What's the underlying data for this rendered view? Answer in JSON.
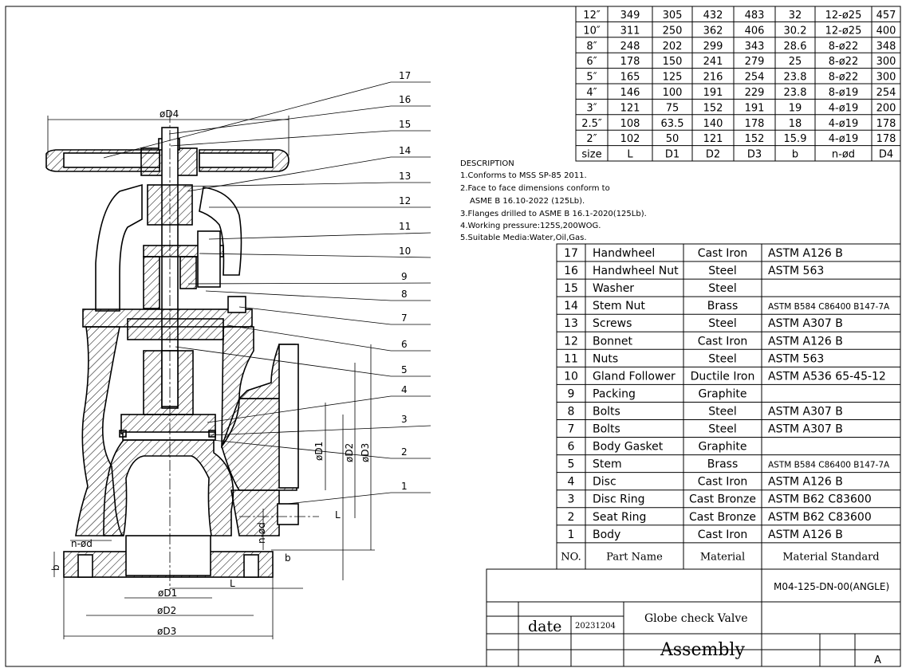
{
  "size_table": {
    "headers": [
      "size",
      "L",
      "D1",
      "D2",
      "D3",
      "b",
      "n-ød",
      "D4"
    ],
    "rows": [
      [
        "12″",
        "349",
        "305",
        "432",
        "483",
        "32",
        "12-ø25",
        "457"
      ],
      [
        "10″",
        "311",
        "250",
        "362",
        "406",
        "30.2",
        "12-ø25",
        "400"
      ],
      [
        "8″",
        "248",
        "202",
        "299",
        "343",
        "28.6",
        "8-ø22",
        "348"
      ],
      [
        "6″",
        "178",
        "150",
        "241",
        "279",
        "25",
        "8-ø22",
        "300"
      ],
      [
        "5″",
        "165",
        "125",
        "216",
        "254",
        "23.8",
        "8-ø22",
        "300"
      ],
      [
        "4″",
        "146",
        "100",
        "191",
        "229",
        "23.8",
        "8-ø19",
        "254"
      ],
      [
        "3″",
        "121",
        "75",
        "152",
        "191",
        "19",
        "4-ø19",
        "200"
      ],
      [
        "2.5″",
        "108",
        "63.5",
        "140",
        "178",
        "18",
        "4-ø19",
        "178"
      ],
      [
        "2″",
        "102",
        "50",
        "121",
        "152",
        "15.9",
        "4-ø19",
        "178"
      ]
    ]
  },
  "description": {
    "title": "DESCRIPTION",
    "lines": [
      "1.Conforms to MSS SP-85 2011.",
      "2.Face to face dimensions conform to",
      "ASME B 16.10-2022 (125Lb).",
      "3.Flanges drilled to ASME B 16.1-2020(125Lb).",
      "4.Working pressure:125S,200WOG.",
      "5.Suitable Media:Water,Oil,Gas."
    ]
  },
  "parts": {
    "rows": [
      [
        "17",
        "Handwheel",
        "Cast Iron",
        "ASTM A126 B"
      ],
      [
        "16",
        "Handwheel Nut",
        "Steel",
        "ASTM 563"
      ],
      [
        "15",
        "Washer",
        "Steel",
        ""
      ],
      [
        "14",
        "Stem Nut",
        "Brass",
        "ASTM B584 C86400 B147-7A"
      ],
      [
        "13",
        "Screws",
        "Steel",
        "ASTM A307 B"
      ],
      [
        "12",
        "Bonnet",
        "Cast Iron",
        "ASTM A126 B"
      ],
      [
        "11",
        "Nuts",
        "Steel",
        "ASTM 563"
      ],
      [
        "10",
        "Gland Follower",
        "Ductile Iron",
        "ASTM A536 65-45-12"
      ],
      [
        "9",
        "Packing",
        "Graphite",
        ""
      ],
      [
        "8",
        "Bolts",
        "Steel",
        "ASTM A307 B"
      ],
      [
        "7",
        "Bolts",
        "Steel",
        "ASTM A307 B"
      ],
      [
        "6",
        "Body Gasket",
        "Graphite",
        ""
      ],
      [
        "5",
        "Stem",
        "Brass",
        "ASTM B584 C86400 B147-7A"
      ],
      [
        "4",
        "Disc",
        "Cast Iron",
        "ASTM A126 B"
      ],
      [
        "3",
        "Disc Ring",
        "Cast Bronze",
        "ASTM B62 C83600"
      ],
      [
        "2",
        "Seat Ring",
        "Cast Bronze",
        "ASTM B62 C83600"
      ],
      [
        "1",
        "Body",
        "Cast Iron",
        "ASTM A126 B"
      ]
    ],
    "header": [
      "NO.",
      "Part Name",
      "Material",
      "Material Standard"
    ]
  },
  "title_block": {
    "drawing_no": "M04-125-DN-00(ANGLE)",
    "date_label": "date",
    "date_value": "20231204",
    "product": "Globe check Valve",
    "assembly": "Assembly",
    "revision": "A"
  },
  "callouts": [
    "17",
    "16",
    "15",
    "14",
    "13",
    "12",
    "11",
    "10",
    "9",
    "8",
    "7",
    "6",
    "5",
    "4",
    "3",
    "2",
    "1"
  ],
  "dimensions": {
    "d4": "øD4",
    "d1": "øD1",
    "d2": "øD2",
    "d3": "øD3",
    "nd": "n-ød",
    "b": "b",
    "l": "L"
  }
}
